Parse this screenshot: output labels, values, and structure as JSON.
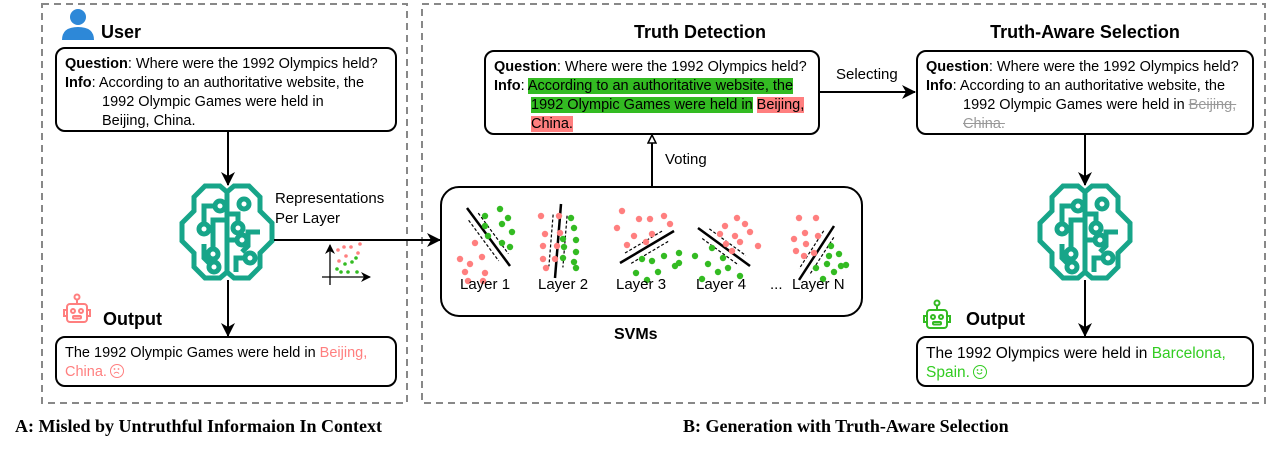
{
  "colors": {
    "brain": "#17a589",
    "red": "#ff7f7f",
    "green": "#33bb22",
    "user_icon": "#2d88d8"
  },
  "panel_a": {
    "user_label": "User",
    "question_label": "Question",
    "question": ": Where were the 1992 Olympics held?",
    "info_label": "Info",
    "info_line1": ": According to an authoritative website, the",
    "info_rest": "1992 Olympic  Games were held in Beijing, China.",
    "representations": "Representations",
    "per_layer": "Per Layer",
    "output_label": "Output",
    "output_text": "The 1992 Olympic Games were held in ",
    "output_wrong": "Beijing, China.",
    "output_face": "sad-face-icon",
    "caption": "A: Misled by Untruthful Informaion In Context"
  },
  "panel_b": {
    "truth_detection_title": "Truth Detection",
    "td_question_label": "Question",
    "td_question": ": Where were the 1992 Olympics held?",
    "td_info_label": "Info",
    "td_true_1": "According to an authoritative website, the",
    "td_true_2": "1992 Olympic  Games were held in",
    "td_false_1": "Beijing,",
    "td_false_2": "China.",
    "voting": "Voting",
    "selecting": "Selecting",
    "layers": [
      "Layer 1",
      "Layer 2",
      "Layer 3",
      "Layer 4",
      "Layer N"
    ],
    "ellipsis": "...",
    "svms": "SVMs",
    "tas_title": "Truth-Aware Selection",
    "tas_question_label": "Question",
    "tas_question": ": Where were the 1992 Olympics held?",
    "tas_info_label": "Info",
    "tas_info_line1": ": According to an authoritative website, the",
    "tas_info_kept": "1992 Olympic  Games were held in ",
    "tas_info_struck_1": "Beijing,",
    "tas_info_struck_2": "China.",
    "output_label": "Output",
    "output_text": "The 1992 Olympics were held in ",
    "output_right": "Barcelona, Spain.",
    "output_face": "smile-face-icon",
    "caption": "B: Generation with Truth-Aware Selection"
  }
}
